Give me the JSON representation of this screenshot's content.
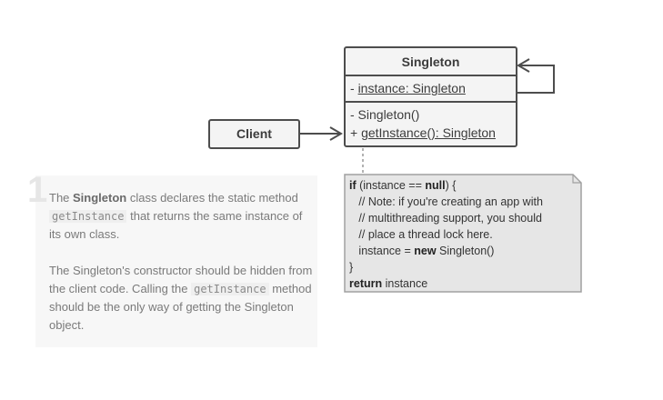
{
  "singleton_class": {
    "name": "Singleton",
    "field_prefix": "- ",
    "field": "instance: Singleton",
    "constructor": "- Singleton()",
    "method_prefix": "+ ",
    "method": "getInstance(): Singleton"
  },
  "client": {
    "label": "Client"
  },
  "note": {
    "l1_kw1": "if",
    "l1_a": " (instance == ",
    "l1_kw2": "null",
    "l1_b": ") {",
    "l2": "   // Note: if you're creating an app with",
    "l3": "   // multithreading support, you should",
    "l4": "   // place a thread lock here.",
    "l5_a": "   instance = ",
    "l5_kw": "new",
    "l5_b": " Singleton()",
    "l6": "}",
    "l7_kw": "return",
    "l7_b": " instance"
  },
  "description": {
    "step": "1",
    "p1_a": "The ",
    "p1_b": "Singleton",
    "p1_c": " class declares the static method ",
    "p1_code": "getInstance",
    "p1_d": " that returns the same instance of its own class.",
    "p2_a": "The Singleton's constructor should be hidden from the client code. Calling the ",
    "p2_code": "getInstance",
    "p2_b": " method should be the only way of getting the Singleton object."
  }
}
